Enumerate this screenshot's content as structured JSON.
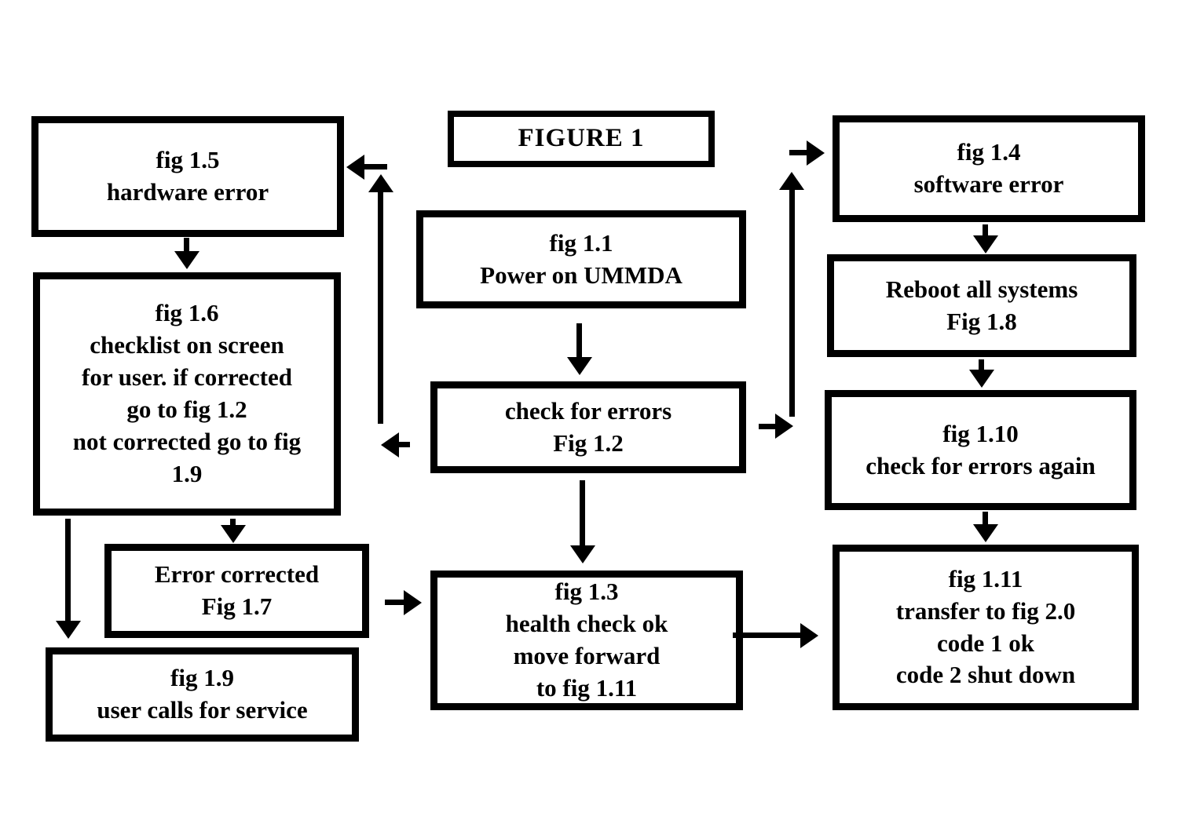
{
  "figure_title": "FIGURE 1",
  "nodes": {
    "title": {
      "lines": [
        "FIGURE 1"
      ]
    },
    "fig1_1": {
      "lines": [
        "fig 1.1",
        "Power on UMMDA"
      ]
    },
    "fig1_2": {
      "lines": [
        "check for errors",
        "Fig 1.2"
      ]
    },
    "fig1_3": {
      "lines": [
        "fig 1.3",
        "health check ok",
        "move forward",
        "to fig 1.11"
      ]
    },
    "fig1_4": {
      "lines": [
        "fig 1.4",
        "software error"
      ]
    },
    "fig1_5": {
      "lines": [
        "fig 1.5",
        "hardware error"
      ]
    },
    "fig1_6": {
      "lines": [
        "fig 1.6",
        "checklist on screen",
        "for user. if corrected",
        "go to fig 1.2",
        "not corrected go to fig",
        "1.9"
      ]
    },
    "fig1_7": {
      "lines": [
        "Error corrected",
        "Fig 1.7"
      ]
    },
    "fig1_8": {
      "lines": [
        "Reboot all systems",
        "Fig 1.8"
      ]
    },
    "fig1_9": {
      "lines": [
        "fig 1.9",
        "user calls for service"
      ]
    },
    "fig1_10": {
      "lines": [
        "fig 1.10",
        "check for errors again"
      ]
    },
    "fig1_11": {
      "lines": [
        "fig 1.11",
        "transfer to fig 2.0",
        "code 1 ok",
        "code 2 shut down"
      ]
    }
  },
  "edges": [
    {
      "from": "fig1_1",
      "to": "fig1_2",
      "direction": "down"
    },
    {
      "from": "fig1_2",
      "to": "fig1_3",
      "direction": "down"
    },
    {
      "from": "fig1_2",
      "to": "fig1_4",
      "direction": "right-up-right"
    },
    {
      "from": "fig1_2",
      "to": "fig1_5",
      "direction": "left-up-left"
    },
    {
      "from": "fig1_4",
      "to": "fig1_8",
      "direction": "down"
    },
    {
      "from": "fig1_8",
      "to": "fig1_10",
      "direction": "down"
    },
    {
      "from": "fig1_10",
      "to": "fig1_11",
      "direction": "down"
    },
    {
      "from": "fig1_3",
      "to": "fig1_11",
      "direction": "right"
    },
    {
      "from": "fig1_5",
      "to": "fig1_6",
      "direction": "down"
    },
    {
      "from": "fig1_6",
      "to": "fig1_7",
      "direction": "down"
    },
    {
      "from": "fig1_6",
      "to": "fig1_9",
      "direction": "down"
    },
    {
      "from": "fig1_7",
      "to": "fig1_3",
      "direction": "right"
    }
  ],
  "colors": {
    "line": "#000000",
    "background": "#ffffff"
  }
}
